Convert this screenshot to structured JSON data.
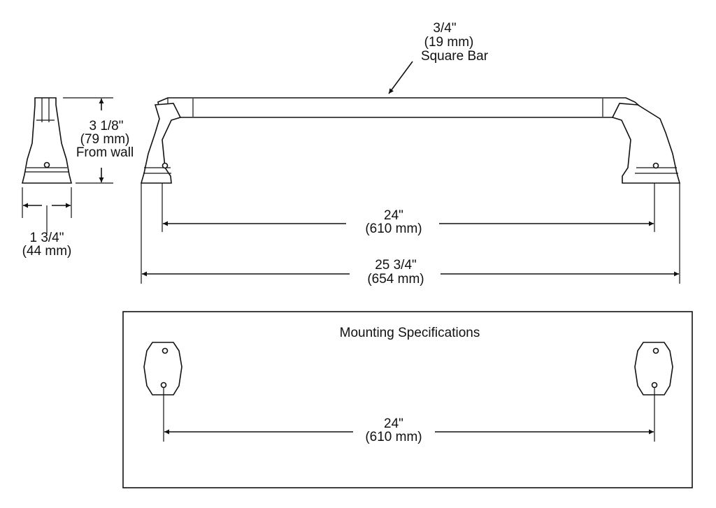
{
  "bar_size": {
    "inch": "3/4\"",
    "mm": "(19 mm)",
    "label": "Square Bar"
  },
  "projection": {
    "inch": "3 1/8\"",
    "mm": "(79 mm)",
    "label": "From wall"
  },
  "post_width": {
    "inch": "1 3/4\"",
    "mm": "(44 mm)"
  },
  "center_to_center": {
    "inch": "24\"",
    "mm": "(610 mm)"
  },
  "overall_length": {
    "inch": "25 3/4\"",
    "mm": "(654 mm)"
  },
  "mounting": {
    "title": "Mounting Specifications",
    "inch": "24\"",
    "mm": "(610 mm)"
  }
}
